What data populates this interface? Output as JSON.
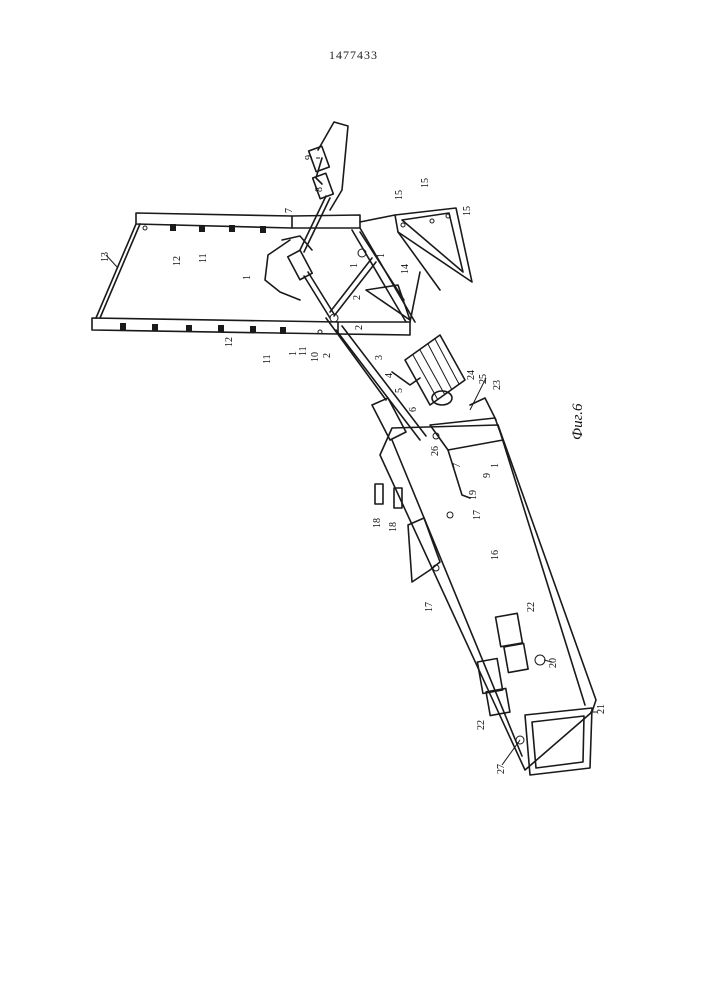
{
  "document": {
    "number": "1477433",
    "figure_caption": "Фиг.6"
  },
  "callouts": {
    "n1": "1",
    "n2": "2",
    "n3": "3",
    "n4": "4",
    "n5": "5",
    "n6": "6",
    "n7": "7",
    "n8": "8",
    "n9": "9",
    "n10": "10",
    "n11": "11",
    "n12": "12",
    "n13": "13",
    "n14": "14",
    "n15": "15",
    "n16": "16",
    "n17": "17",
    "n18": "18",
    "n19": "19",
    "n20": "20",
    "n21": "21",
    "n22": "22",
    "n23": "23",
    "n24": "24",
    "n25": "25",
    "n26": "26",
    "n27": "27"
  }
}
